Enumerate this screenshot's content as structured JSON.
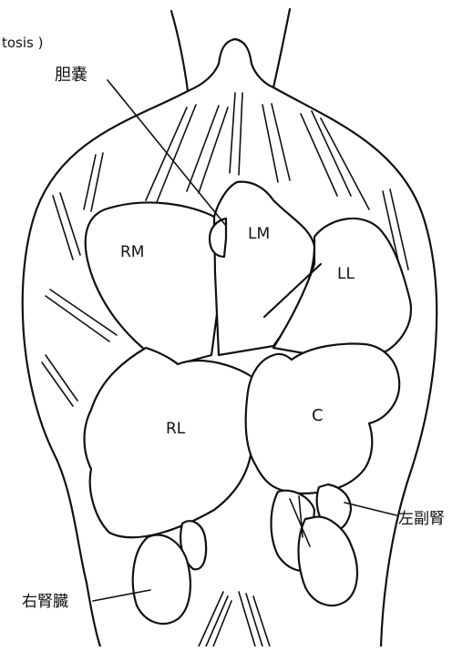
{
  "caption_fragment": "tosis )",
  "labels": {
    "gallbladder": "胆嚢",
    "rm": "RM",
    "lm": "LM",
    "ll": "LL",
    "rl": "RL",
    "c": "C",
    "left_adrenal": "左副腎",
    "right_kidney": "右腎臓"
  }
}
